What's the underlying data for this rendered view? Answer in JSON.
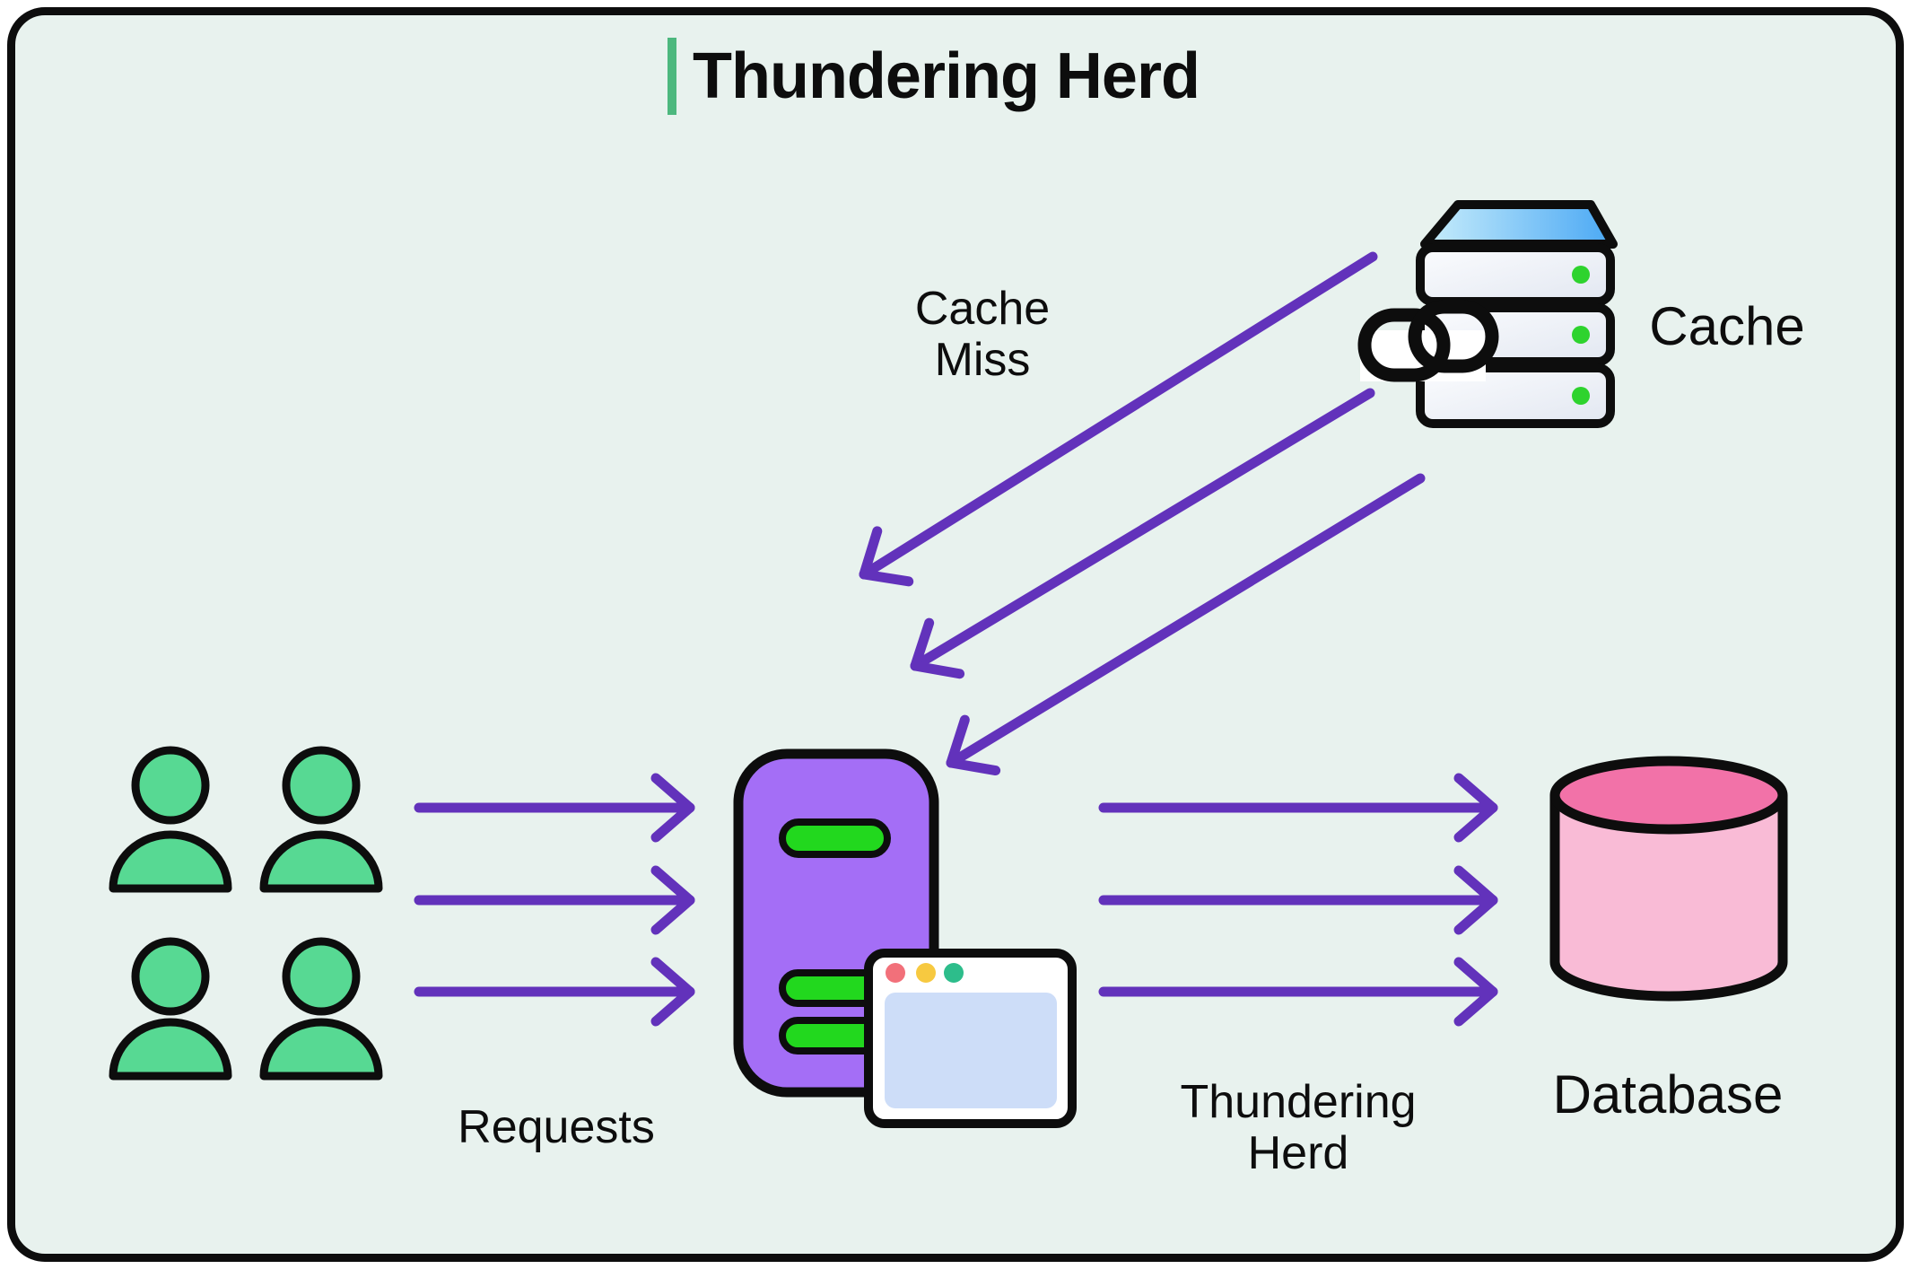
{
  "title": {
    "text": "Thundering Herd"
  },
  "annotations": {
    "cache_miss": {
      "line1": "Cache",
      "line2": "Miss"
    },
    "requests": {
      "text": "Requests"
    },
    "thundering_herd": {
      "line1": "Thundering",
      "line2": "Herd"
    }
  },
  "nodes": {
    "users": {
      "icon": "users-icon",
      "count": 4
    },
    "server": {
      "icon": "server-icon",
      "slot_count": 3
    },
    "browser": {
      "icon": "browser-window-icon",
      "traffic_dots": 3
    },
    "cache": {
      "icon": "cache-server-icon",
      "label": "Cache",
      "overlay_icon": "chain-link-icon",
      "status_dots": 3
    },
    "database": {
      "icon": "database-cylinder-icon",
      "label": "Database"
    }
  },
  "arrows": {
    "requests_to_server": {
      "count": 3,
      "direction": "right"
    },
    "cache_miss_to_server": {
      "count": 3,
      "direction": "down-left"
    },
    "server_to_database": {
      "count": 3,
      "direction": "right"
    }
  },
  "colors": {
    "page_background": "#ffffff",
    "card_background": "#e8f2ee",
    "outline_black": "#0d0d0d",
    "accent_green": "#4db87e",
    "arrow_purple": "#6232bb",
    "server_purple": "#a46ef6",
    "slot_green": "#22d81e",
    "user_green": "#57d993",
    "status_dot_green": "#2ed32e",
    "cache_top_blue": "#4aa8f4",
    "db_pink_light": "#f9bbd6",
    "db_pink_dark": "#f272a8",
    "window_content_blue": "#cdddf8",
    "window_dot_red": "#f2707a",
    "window_dot_yellow": "#f7c940",
    "window_dot_teal": "#2dbd8b"
  }
}
